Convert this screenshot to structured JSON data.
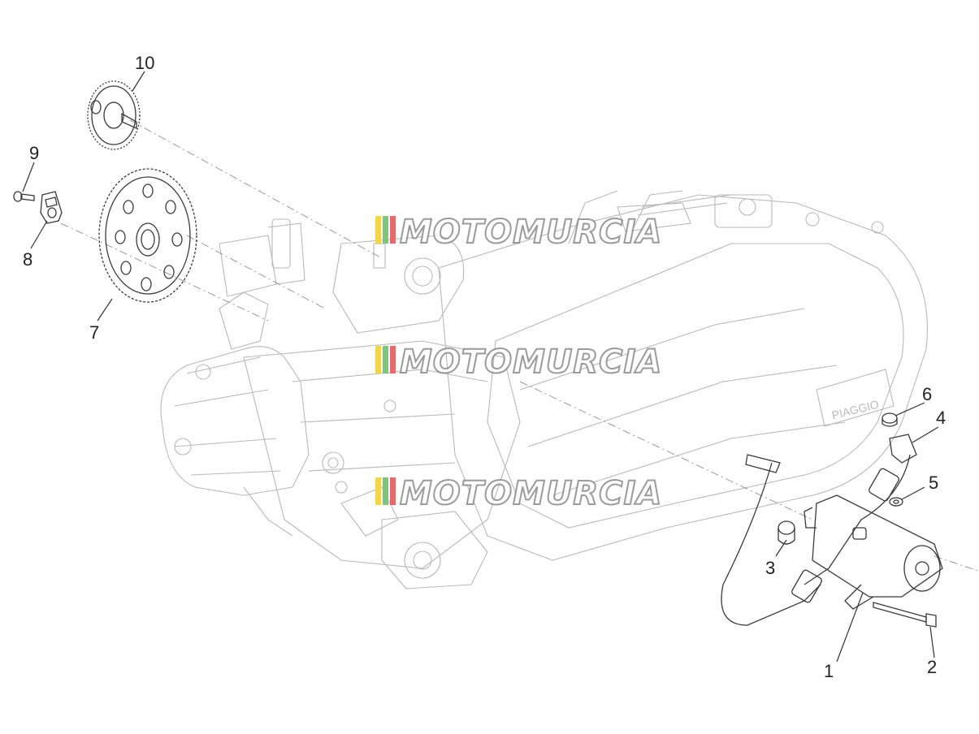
{
  "callouts": [
    {
      "id": "1",
      "label": "1"
    },
    {
      "id": "2",
      "label": "2"
    },
    {
      "id": "3",
      "label": "3"
    },
    {
      "id": "4",
      "label": "4"
    },
    {
      "id": "5",
      "label": "5"
    },
    {
      "id": "6",
      "label": "6"
    },
    {
      "id": "7",
      "label": "7"
    },
    {
      "id": "8",
      "label": "8"
    },
    {
      "id": "9",
      "label": "9"
    },
    {
      "id": "10",
      "label": "10"
    }
  ],
  "watermark": {
    "text": "MOTOMURCIA",
    "stripe_colors": [
      "#f2d54a",
      "#7bc67b",
      "#e36b6b"
    ]
  },
  "engine_brand": "PIAGGIO"
}
